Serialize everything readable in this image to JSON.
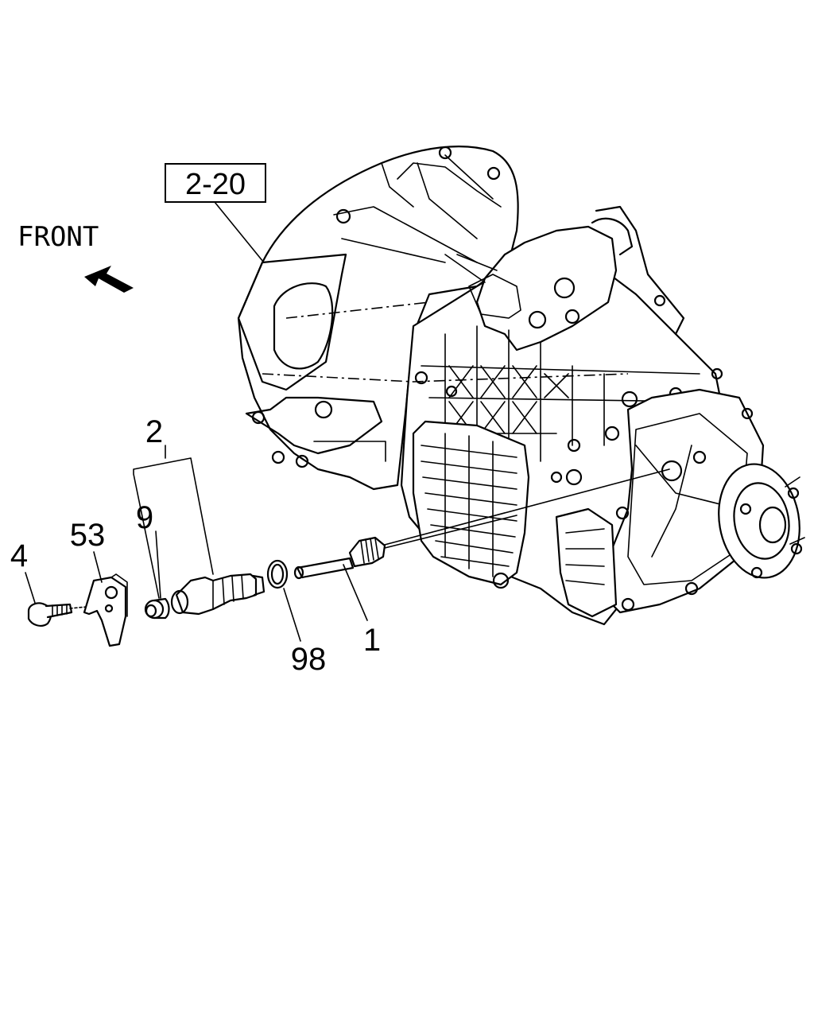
{
  "labels": {
    "front": "FRONT",
    "ref_box": "2-20",
    "part_1": "1",
    "part_2": "2",
    "part_4": "4",
    "part_9": "9",
    "part_53": "53",
    "part_98": "98"
  },
  "icons": {
    "front_arrow": "arrow-up-left-icon"
  },
  "colors": {
    "ink": "#000000",
    "paper": "#ffffff"
  }
}
